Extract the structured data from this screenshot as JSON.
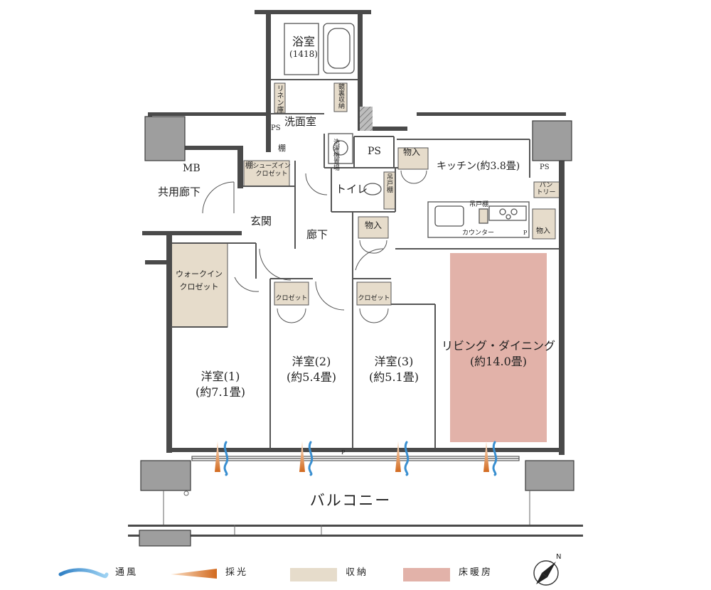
{
  "rooms": {
    "bath": "浴室",
    "bath_size": "(1418)",
    "washroom": "洗面室",
    "linen": "リネン庫",
    "mirror_storage": "鏡裏収納",
    "washer": "洗濯機置場",
    "ps": "PS",
    "mb": "MB",
    "shared_corridor": "共用廊下",
    "shelf": "棚",
    "shoes_in_closet": [
      "シューズイン",
      "クロゼット"
    ],
    "entrance": "玄関",
    "toilet": "トイレ",
    "hanging_shelf": "吊戸棚",
    "storage": "物入",
    "hallway": "廊下",
    "kitchen": "キッチン(約3.8畳)",
    "pantry": [
      "パン",
      "トリー"
    ],
    "hanging_cabinet": "吊戸棚",
    "counter": "カウンター",
    "p_mark": "P",
    "walk_in_closet": [
      "ウォークイン",
      "クロゼット"
    ],
    "closet": "クロゼット",
    "western_room_1": [
      "洋室(1)",
      "(約7.1畳)"
    ],
    "western_room_2": [
      "洋室(2)",
      "(約5.4畳)"
    ],
    "western_room_3": [
      "洋室(3)",
      "(約5.1畳)"
    ],
    "living_dining": [
      "リビング・ダイニング",
      "(約14.0畳)"
    ],
    "balcony": "バルコニー"
  },
  "legend": [
    {
      "key": "ventilation",
      "label": "通風",
      "color": "#4aa3d8"
    },
    {
      "key": "daylight",
      "label": "採光",
      "color": "#e07a2a"
    },
    {
      "key": "storage",
      "label": "収納",
      "color": "#e6dccb"
    },
    {
      "key": "floor_heating",
      "label": "床暖房",
      "color": "#e2b2a9"
    }
  ],
  "colors": {
    "wall": "#4a4a4a",
    "storage_fill": "#e6dccb",
    "heating_fill": "#e2b2a9",
    "line": "#555555"
  },
  "compass": {
    "label": "N"
  }
}
